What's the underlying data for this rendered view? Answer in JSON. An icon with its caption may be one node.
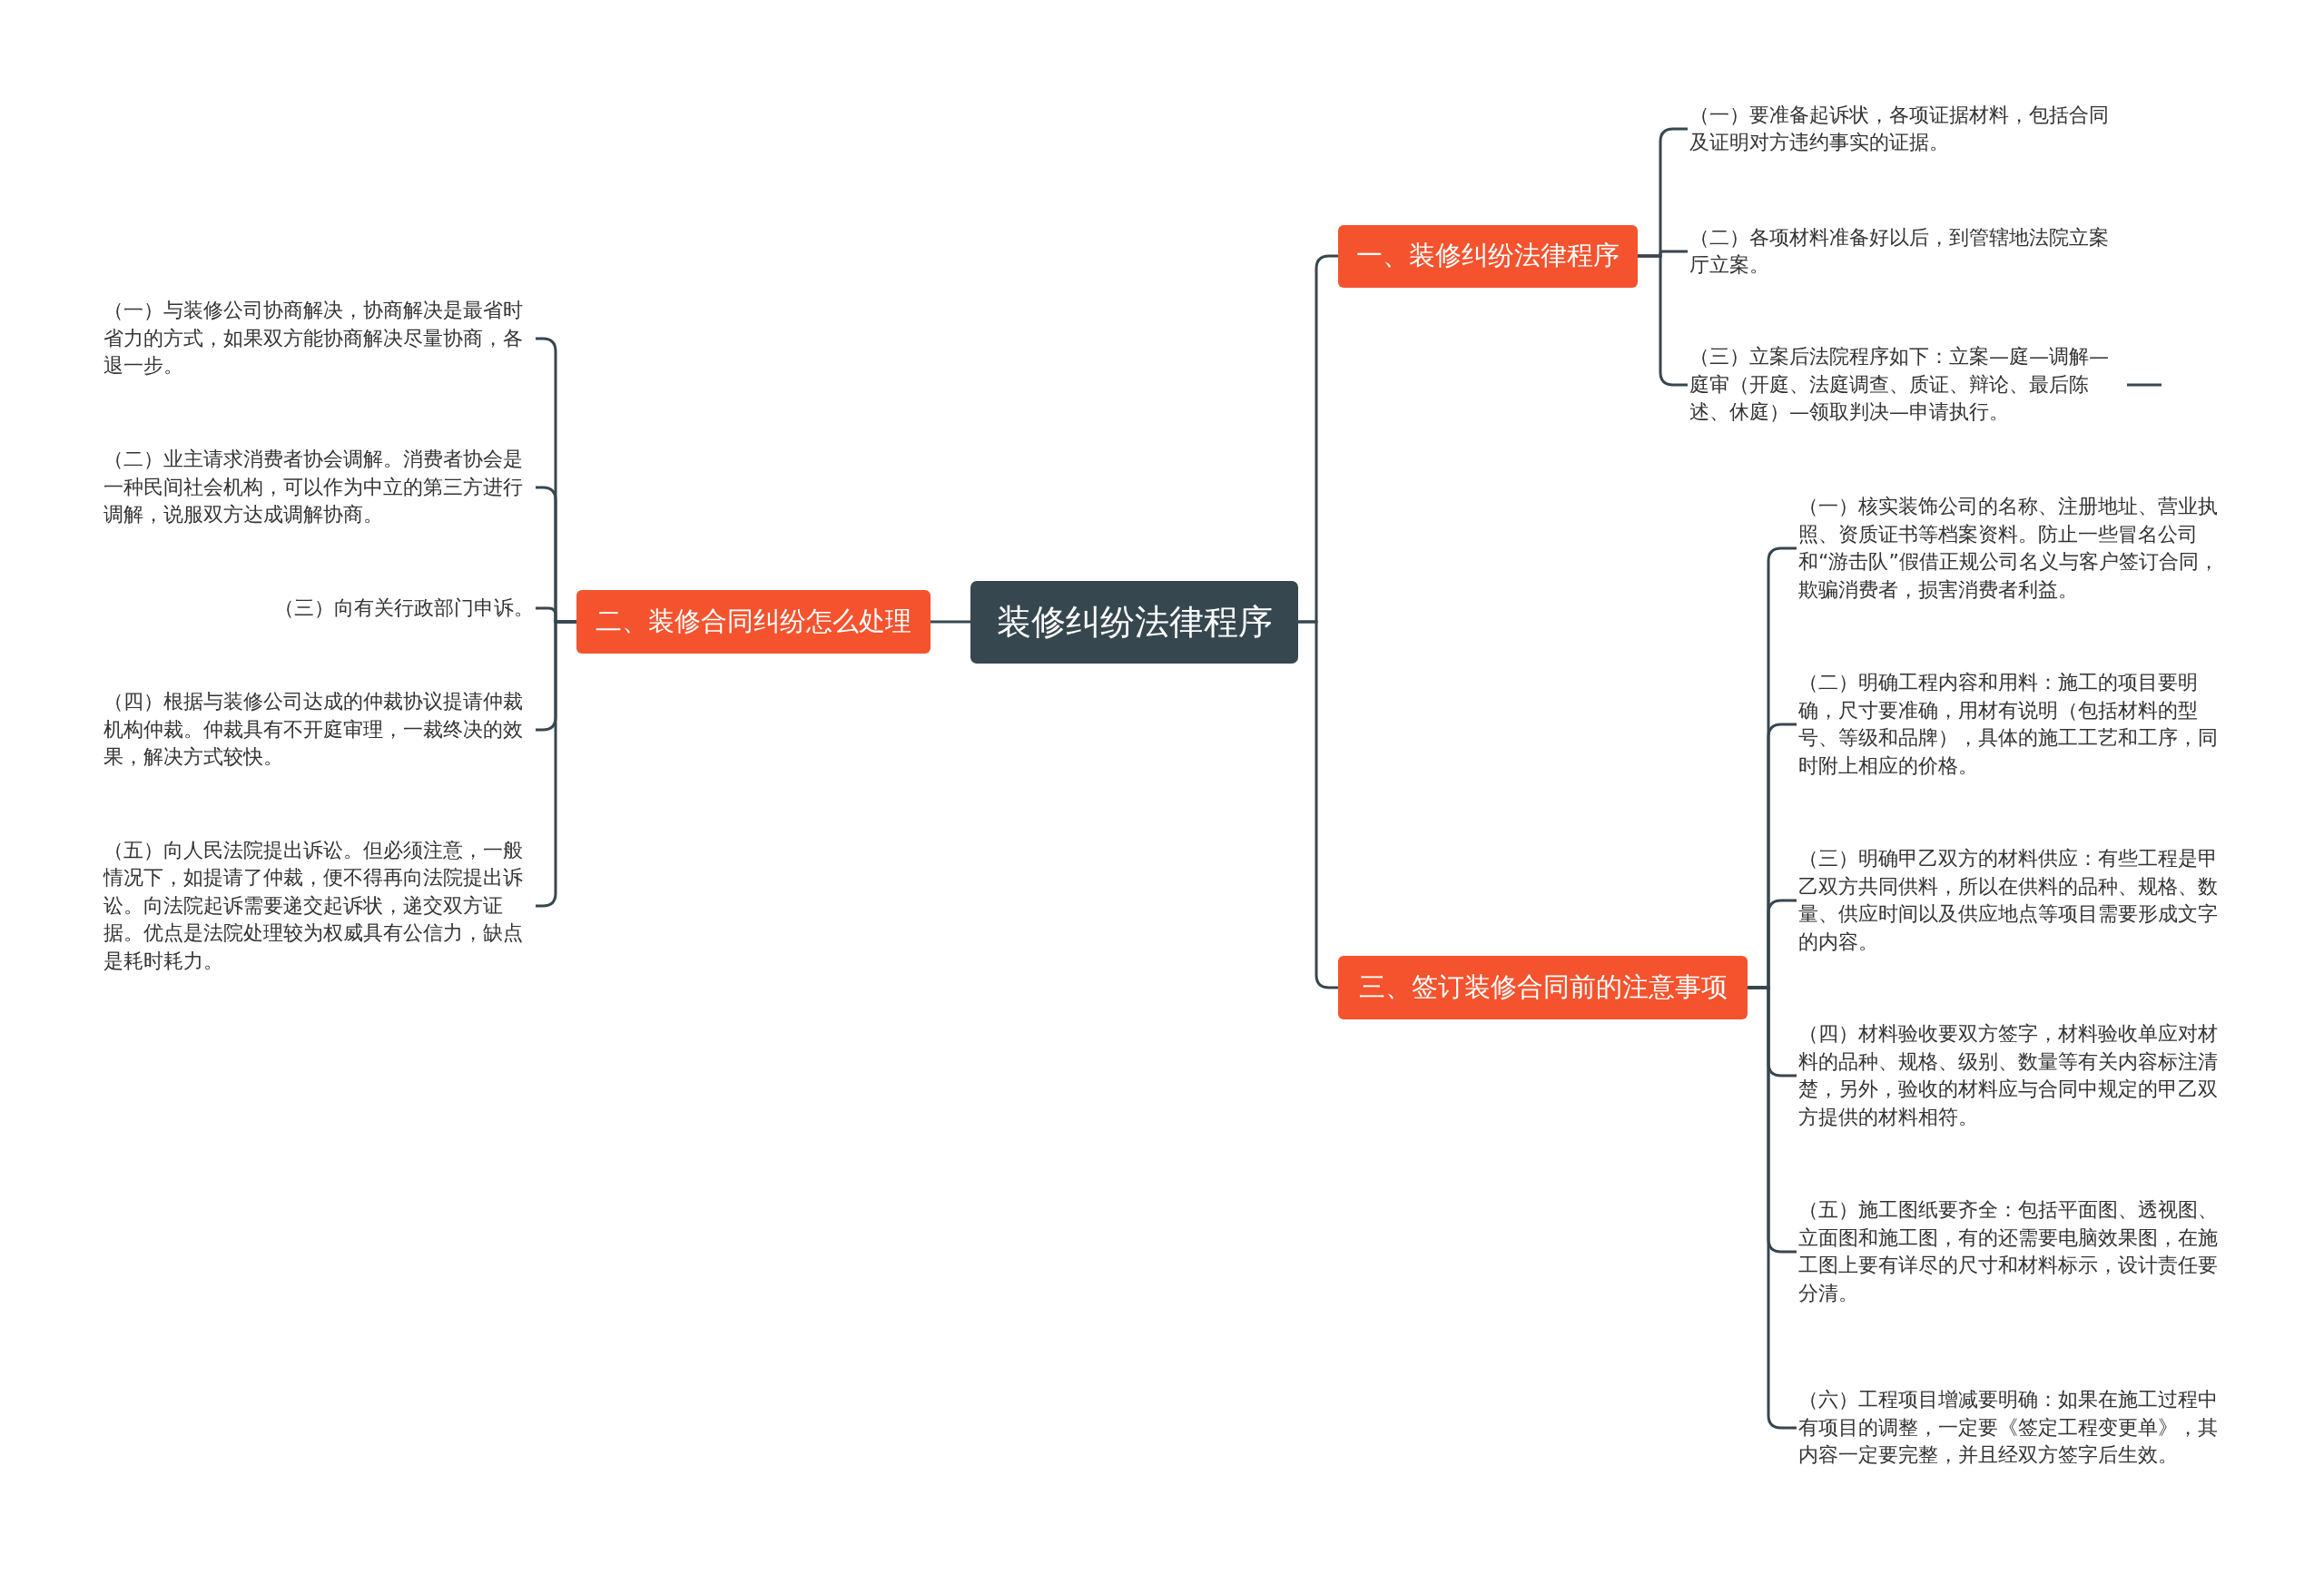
{
  "diagram": {
    "nodes": [
      {
        "text": [
          "装修纠纷法律程序"
        ]
      },
      {
        "text": [
          "一、装修纠纷法律程序"
        ]
      },
      {
        "text": [
          "（一）要准备起诉状，各项证据材料，包括合同及证明对方违约事实的证据。"
        ]
      },
      {
        "text": [
          "（二）各项材料准备好以后，到管辖地法院立案厅立案。"
        ]
      },
      {
        "text": [
          "（三）立案后法院程序如下：立案—庭—调解—庭审（开庭、法庭调查、质证、辩论、最后陈述、休庭）—领取判决—申请执行。"
        ]
      },
      {
        "text": [
          "二、装修合同纠纷怎么处理"
        ]
      },
      {
        "text": [
          "（一）与装修公司协商解决，协商解决是最省时省力的方式，如果双方能协商解决尽量协商，各退一步。"
        ]
      },
      {
        "text": [
          "（二）业主请求消费者协会调解。消费者协会是一种民间社会机构，可以作为中立的第三方进行调解，说服双方达成调解协商。"
        ]
      },
      {
        "text": [
          "（三）向有关行政部门申诉。"
        ]
      },
      {
        "text": [
          "（四）根据与装修公司达成的仲裁协议提请仲裁机构仲裁。仲裁具有不开庭审理，一裁终决的效果，解决方式较快。"
        ]
      },
      {
        "text": [
          "（五）向人民法院提出诉讼。但必须注意，一般情况下，如提请了仲裁，便不得再向法院提出诉讼。向法院起诉需要递交起诉状，递交双方证据。优点是法院处理较为权威具有公信力，缺点是耗时耗力。"
        ]
      },
      {
        "text": [
          "三、签订装修合同前的注意事项"
        ]
      },
      {
        "text": [
          "（一）核实装饰公司的名称、注册地址、营业执照、资质证书等档案资料。防止一些冒名公司和“游击队”假借正规公司名义与客户签订合同，欺骗消费者，损害消费者利益。"
        ]
      },
      {
        "text": [
          "（二）明确工程内容和用料：施工的项目要明确，尺寸要准确，用材有说明（包括材料的型号、等级和品牌），具体的施工工艺和工序，同时附上相应的价格。"
        ]
      },
      {
        "text": [
          "（三）明确甲乙双方的材料供应：有些工程是甲乙双方共同供料，所以在供料的品种、规格、数量、供应时间以及供应地点等项目需要形成文字的内容。"
        ]
      },
      {
        "text": [
          "（四）材料验收要双方签字，材料验收单应对材料的品种、规格、级别、数量等有关内容标注清楚，另外，验收的材料应与合同中规定的甲乙双方提供的材料相符。"
        ]
      },
      {
        "text": [
          "（五）施工图纸要齐全：包括平面图、透视图、立面图和施工图，有的还需要电脑效果图，在施工图上要有详尽的尺寸和材料标示，设计责任要分清。"
        ]
      },
      {
        "text": [
          "（六）工程项目增减要明确：如果在施工过程中有项目的调整，一定要《签定工程变更单》，其内容一定要完整，并且经双方签字后生效。"
        ]
      }
    ],
    "edges": [
      {
        "from": 0,
        "to": 1,
        "arrow": "none"
      },
      {
        "from": 1,
        "to": 2,
        "arrow": "none"
      },
      {
        "from": 1,
        "to": 3,
        "arrow": "none"
      },
      {
        "from": 1,
        "to": 4,
        "arrow": "none"
      },
      {
        "from": 4,
        "to": null,
        "arrow": "none"
      },
      {
        "from": 0,
        "to": 5,
        "arrow": "none"
      },
      {
        "from": 5,
        "to": 6,
        "arrow": "none"
      },
      {
        "from": 5,
        "to": 7,
        "arrow": "none"
      },
      {
        "from": 5,
        "to": 8,
        "arrow": "none"
      },
      {
        "from": 5,
        "to": 9,
        "arrow": "none"
      },
      {
        "from": 5,
        "to": 10,
        "arrow": "none"
      },
      {
        "from": 0,
        "to": 11,
        "arrow": "none"
      },
      {
        "from": 11,
        "to": 12,
        "arrow": "none"
      },
      {
        "from": 11,
        "to": 13,
        "arrow": "none"
      },
      {
        "from": 11,
        "to": 14,
        "arrow": "none"
      },
      {
        "from": 11,
        "to": 15,
        "arrow": "none"
      },
      {
        "from": 11,
        "to": 16,
        "arrow": "none"
      },
      {
        "from": 11,
        "to": 17,
        "arrow": "none"
      }
    ]
  }
}
